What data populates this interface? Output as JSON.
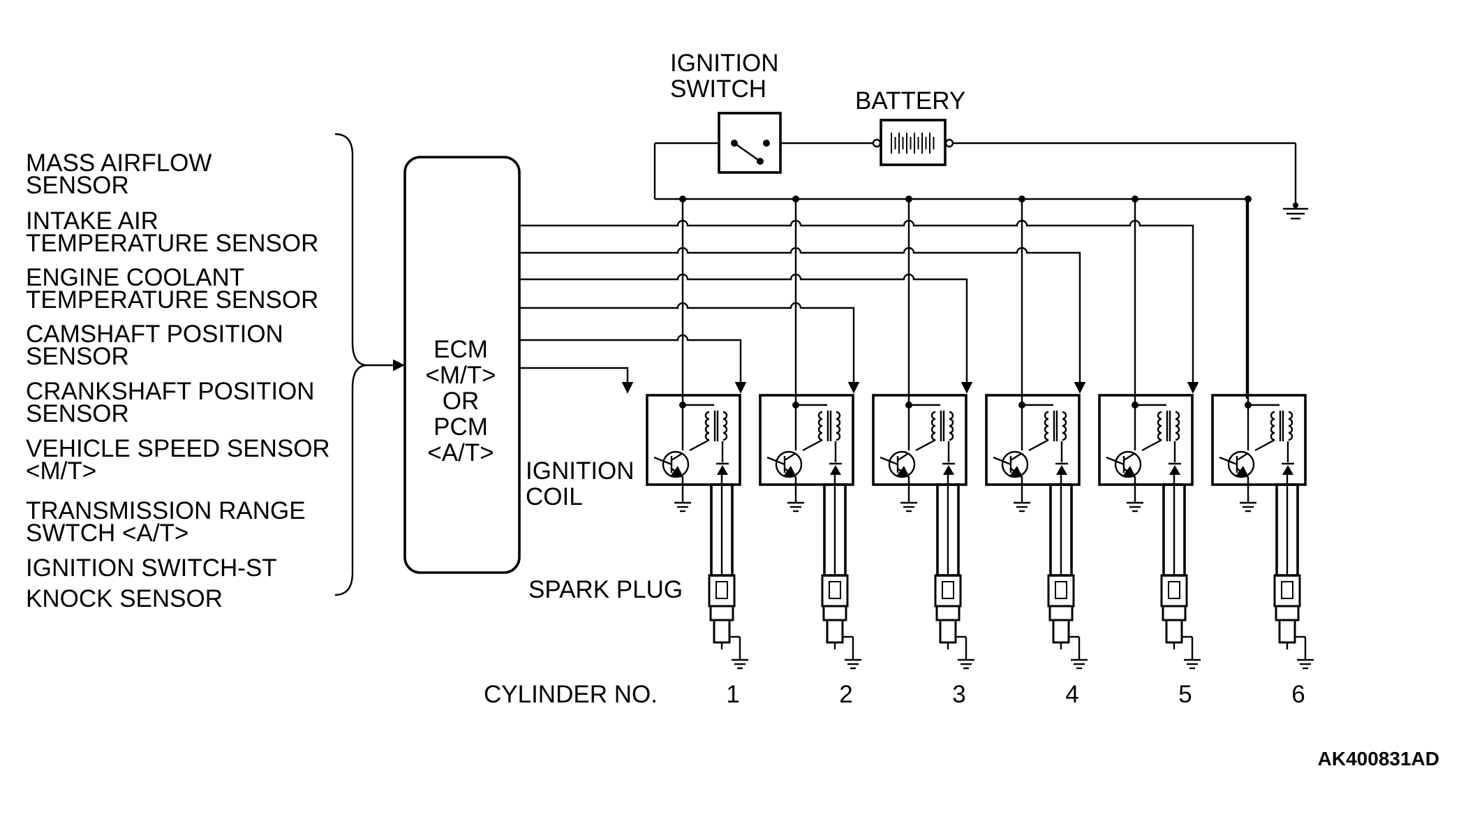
{
  "sensors": [
    [
      "MASS AIRFLOW",
      "SENSOR"
    ],
    [
      "INTAKE AIR",
      "TEMPERATURE SENSOR"
    ],
    [
      "ENGINE COOLANT",
      "TEMPERATURE SENSOR"
    ],
    [
      "CAMSHAFT POSITION",
      "SENSOR"
    ],
    [
      "CRANKSHAFT POSITION",
      "SENSOR"
    ],
    [
      "VEHICLE SPEED SENSOR",
      "<M/T>"
    ],
    [
      "TRANSMISSION RANGE",
      "SWTCH <A/T>"
    ],
    [
      "IGNITION SWITCH-ST"
    ],
    [
      "KNOCK SENSOR"
    ]
  ],
  "ecm_lines": [
    "ECM",
    "<M/T>",
    "OR",
    "PCM",
    "<A/T>"
  ],
  "ignition_switch_lines": [
    "IGNITION",
    "SWITCH"
  ],
  "battery_label": "BATTERY",
  "ignition_coil_lines": [
    "IGNITION",
    "COIL"
  ],
  "spark_plug_label": "SPARK PLUG",
  "cylinder_label": "CYLINDER NO.",
  "cylinders": [
    "1",
    "2",
    "3",
    "4",
    "5",
    "6"
  ],
  "figure_code": "AK400831AD",
  "icons": [
    "switch-icon",
    "battery-icon",
    "ground-icon",
    "transistor-icon",
    "transformer-icon",
    "diode-icon",
    "spark-plug-icon"
  ]
}
